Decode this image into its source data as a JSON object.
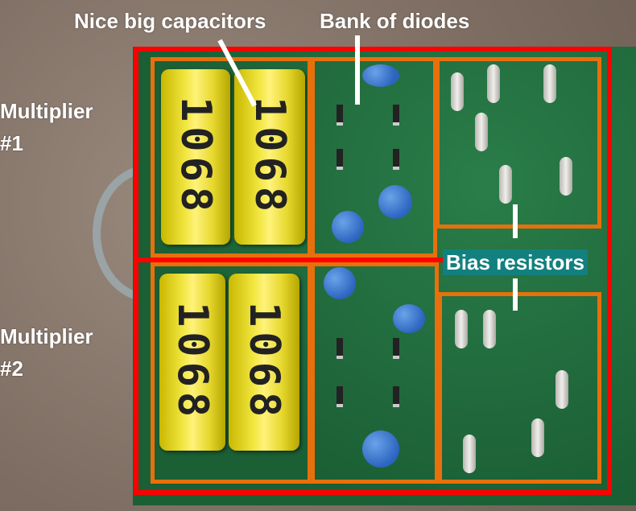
{
  "annotations": {
    "capacitors_label": "Nice big capacitors",
    "diodes_label": "Bank of diodes",
    "multiplier1_label": "Multiplier\n#1",
    "multiplier2_label": "Multiplier\n#2",
    "bias_label": "Bias resistors"
  },
  "capacitor_markings": [
    "1068",
    "1068",
    "1068",
    "1068"
  ],
  "colors": {
    "outer_box": "#ff0000",
    "section_box": "#e8700c",
    "bias_label_bg": "#12807e",
    "board": "#1d6a3c"
  }
}
